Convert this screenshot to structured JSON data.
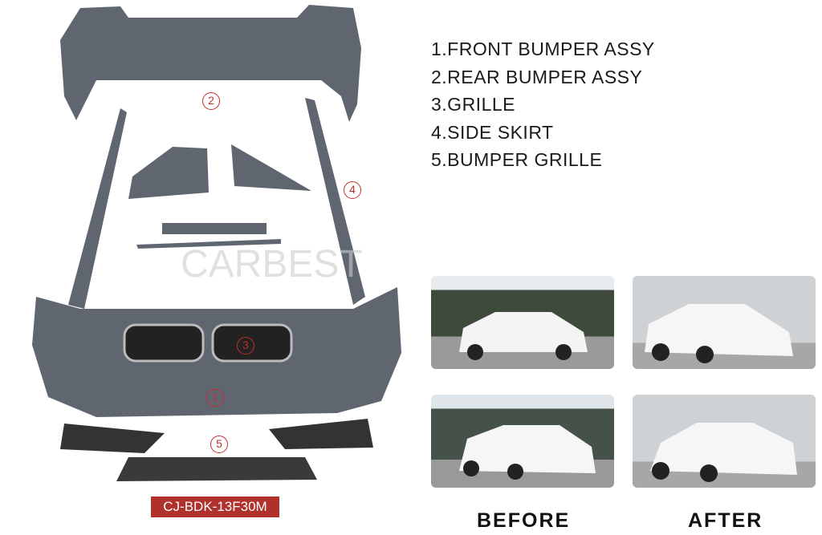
{
  "parts_list": [
    "1.FRONT BUMPER ASSY",
    "2.REAR BUMPER ASSY",
    "3.GRILLE",
    "4.SIDE SKIRT",
    "5.BUMPER GRILLE"
  ],
  "part_markers": [
    "1",
    "2",
    "3",
    "4",
    "5"
  ],
  "watermark": "CARBEST",
  "product_code": "CJ-BDK-13F30M",
  "captions": {
    "before": "BEFORE",
    "after": "AFTER"
  },
  "colors": {
    "part_grey": "#5f6670",
    "label_red": "#b0302c",
    "marker_red": "#c0302c"
  }
}
